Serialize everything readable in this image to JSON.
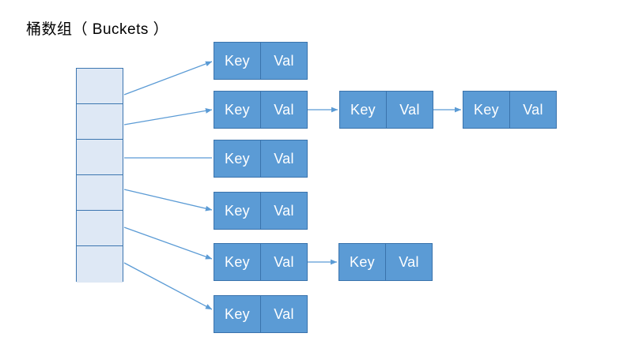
{
  "diagram": {
    "title": "桶数组（ Buckets ）",
    "type": "hash-table-separate-chaining",
    "colors": {
      "node_fill": "#5B9BD5",
      "node_border": "#3A73AC",
      "bucket_fill": "#DEE8F5",
      "bucket_border": "#3C76B0",
      "arrow": "#5B9BD5",
      "node_text": "#FFFFFF",
      "title_text": "#000000",
      "background": "#FFFFFF"
    },
    "labels": {
      "key": "Key",
      "val": "Val"
    },
    "buckets": {
      "count": 6,
      "cells": [
        {
          "index": 0
        },
        {
          "index": 1
        },
        {
          "index": 2
        },
        {
          "index": 3
        },
        {
          "index": 4
        },
        {
          "index": 5
        }
      ]
    },
    "chains": [
      {
        "bucket_index": 0,
        "length": 1,
        "nodes": [
          {
            "key": "Key",
            "val": "Val"
          }
        ]
      },
      {
        "bucket_index": 1,
        "length": 3,
        "nodes": [
          {
            "key": "Key",
            "val": "Val"
          },
          {
            "key": "Key",
            "val": "Val"
          },
          {
            "key": "Key",
            "val": "Val"
          }
        ]
      },
      {
        "bucket_index": 2,
        "length": 1,
        "nodes": [
          {
            "key": "Key",
            "val": "Val"
          }
        ]
      },
      {
        "bucket_index": 3,
        "length": 1,
        "nodes": [
          {
            "key": "Key",
            "val": "Val"
          }
        ]
      },
      {
        "bucket_index": 4,
        "length": 2,
        "nodes": [
          {
            "key": "Key",
            "val": "Val"
          },
          {
            "key": "Key",
            "val": "Val"
          }
        ]
      },
      {
        "bucket_index": 5,
        "length": 1,
        "nodes": [
          {
            "key": "Key",
            "val": "Val"
          }
        ]
      }
    ]
  }
}
